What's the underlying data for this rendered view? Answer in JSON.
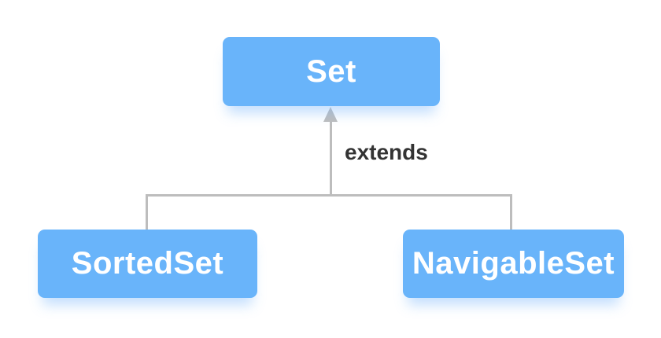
{
  "diagram": {
    "type": "class-hierarchy",
    "nodes": [
      {
        "label": "Set"
      },
      {
        "label": "SortedSet"
      },
      {
        "label": "NavigableSet"
      }
    ],
    "edges": [
      {
        "from": "SortedSet",
        "to": "Set",
        "label": "extends"
      },
      {
        "from": "NavigableSet",
        "to": "Set",
        "label": "extends"
      }
    ],
    "edge_label": "extends",
    "colors": {
      "node_fill": "#69b4fa",
      "node_text": "#ffffff",
      "connector": "#bdbdbd",
      "edge_label_text": "#333333",
      "background": "#ffffff"
    }
  }
}
